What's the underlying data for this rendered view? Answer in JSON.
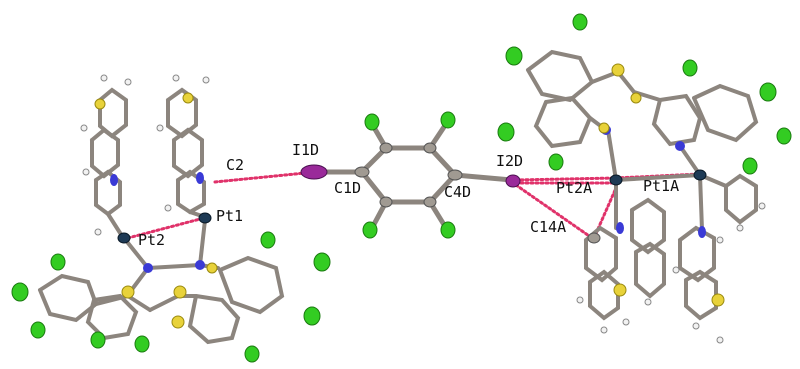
{
  "labels": {
    "c2": "C2",
    "i1d": "I1D",
    "c1d": "C1D",
    "c4d": "C4D",
    "i2d": "I2D",
    "pt1": "Pt1",
    "pt2": "Pt2",
    "pt2a": "Pt2A",
    "pt1a": "Pt1A",
    "c14a": "C14A"
  },
  "colors": {
    "carbon": "#a09a92",
    "hydrogen": "#f2f2f2",
    "fluorine": "#33cc22",
    "sulfur": "#e8d23a",
    "nitrogen": "#3a3ad6",
    "platinum": "#1e3a55",
    "iodine": "#9a2a9a",
    "contact": "#e0326a",
    "bond": "#8c857e",
    "text": "#111111"
  }
}
